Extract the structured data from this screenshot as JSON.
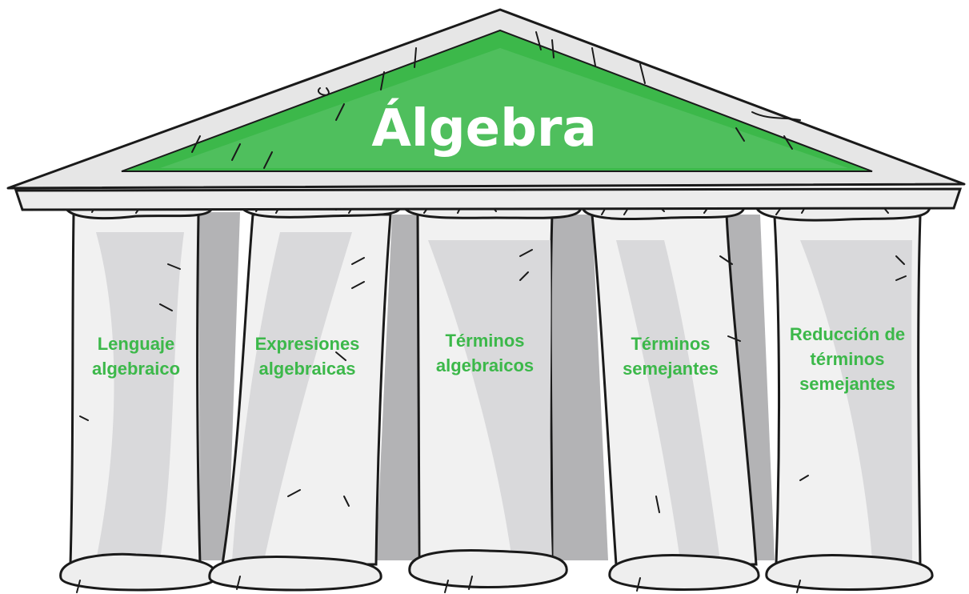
{
  "roof": {
    "title": "Álgebra",
    "fill_color": "#3cb84a",
    "title_color": "#ffffff"
  },
  "pillars": [
    {
      "line1": "Lenguaje",
      "line2": "algebraico",
      "line3": ""
    },
    {
      "line1": "Expresiones",
      "line2": "algebraicas",
      "line3": ""
    },
    {
      "line1": "Términos",
      "line2": "algebraicos",
      "line3": ""
    },
    {
      "line1": "Términos",
      "line2": "semejantes",
      "line3": ""
    },
    {
      "line1": "Reducción de",
      "line2": "términos",
      "line3": "semejantes"
    }
  ],
  "colors": {
    "label": "#3cb84a",
    "column": "#f1f1f1",
    "shadow": "#d4d4d6",
    "gap": "#b8b8ba",
    "outline": "#1a1a1a"
  }
}
